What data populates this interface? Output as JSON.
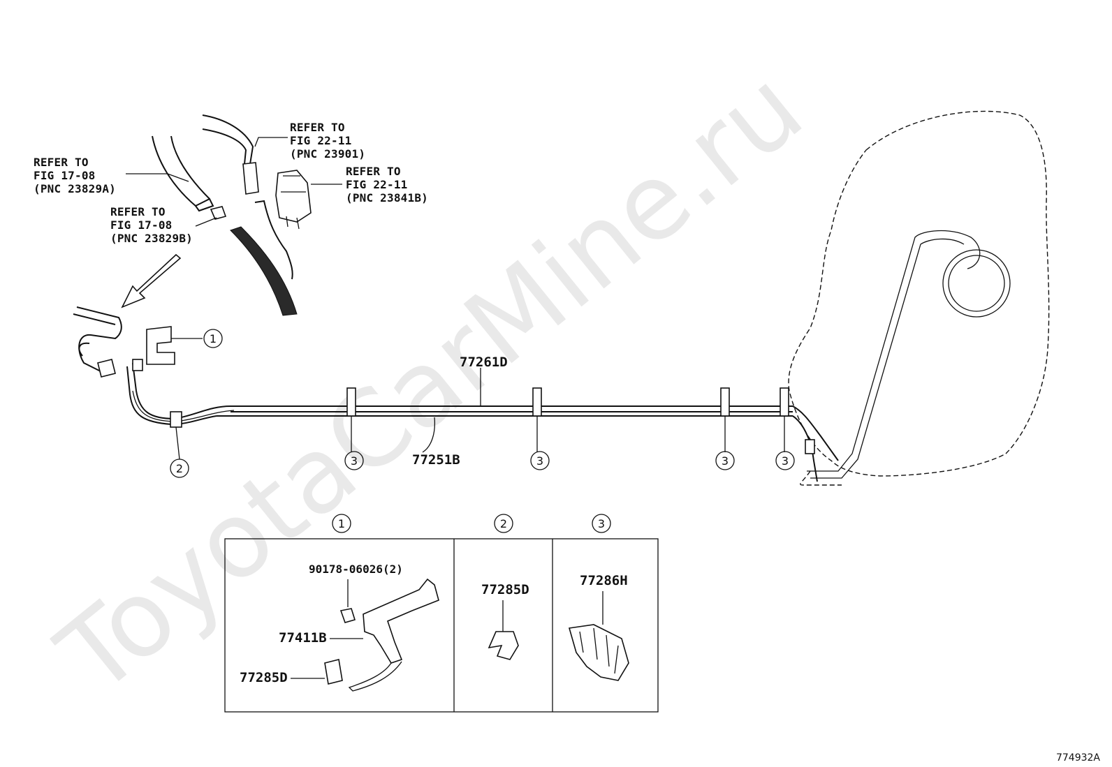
{
  "watermark": "ToyotaCarMine.ru",
  "figure_code": "774932A",
  "references": [
    {
      "id": "ref-fig-22-11-23901",
      "lines": [
        "REFER TO",
        "FIG 22-11",
        "(PNC 23901)"
      ]
    },
    {
      "id": "ref-fig-17-08-23829a",
      "lines": [
        "REFER TO",
        "FIG 17-08",
        "(PNC 23829A)"
      ]
    },
    {
      "id": "ref-fig-22-11-23841b",
      "lines": [
        "REFER TO",
        "FIG 22-11",
        "(PNC 23841B)"
      ]
    },
    {
      "id": "ref-fig-17-08-23829b",
      "lines": [
        "REFER TO",
        "FIG 17-08",
        "(PNC 23829B)"
      ]
    }
  ],
  "part_numbers": {
    "tube_upper": "77261D",
    "tube_lower": "77251B",
    "bolt": "90178-06026(2)",
    "bracket": "77411B",
    "clamp_detail1": "77285D",
    "clamp_detail2": "77285D",
    "clamp_detail3": "77286H"
  },
  "callouts": {
    "c1": "1",
    "c2": "2",
    "c3": "3"
  }
}
